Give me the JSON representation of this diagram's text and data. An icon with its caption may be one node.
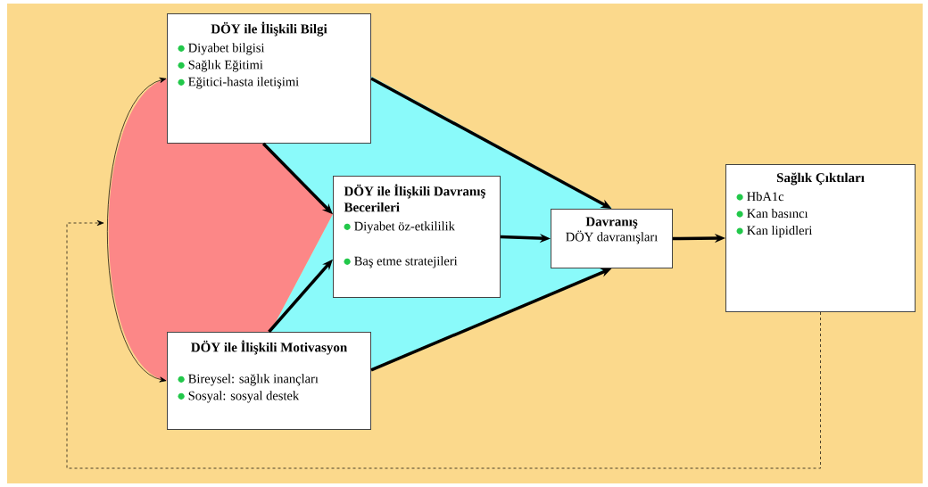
{
  "diagram": {
    "nodes": [
      {
        "text": [
          "DÖY ile İlişkili Bilgi",
          "Diyabet bilgisi",
          "Sağlık Eğitimi",
          "Eğitici-hasta iletişimi"
        ]
      },
      {
        "text": [
          "DÖY ile İlişkili Davranış Becerileri",
          "Diyabet öz-etkililik",
          "Baş etme stratejileri"
        ]
      },
      {
        "text": [
          "DÖY ile İlişkili Motivasyon",
          "Bireysel: sağlık inançları",
          "Sosyal: sosyal destek"
        ]
      },
      {
        "text": [
          "Davranış",
          "DÖY davranışları"
        ]
      },
      {
        "text": [
          "Sağlık Çıktıları",
          "HbA1c",
          "Kan basıncı",
          "Kan lipidleri"
        ]
      }
    ],
    "edges": [
      {
        "from": 0,
        "to": 2,
        "arrow": "both"
      },
      {
        "from": 0,
        "to": 1,
        "arrow": "to"
      },
      {
        "from": 2,
        "to": 1,
        "arrow": "to"
      },
      {
        "from": 0,
        "to": 3,
        "arrow": "to"
      },
      {
        "from": 1,
        "to": 3,
        "arrow": "to"
      },
      {
        "from": 2,
        "to": 3,
        "arrow": "to"
      },
      {
        "from": 3,
        "to": 4,
        "arrow": "to"
      },
      {
        "from": 4,
        "to": null,
        "arrow": "to",
        "style": "dashed"
      }
    ]
  }
}
